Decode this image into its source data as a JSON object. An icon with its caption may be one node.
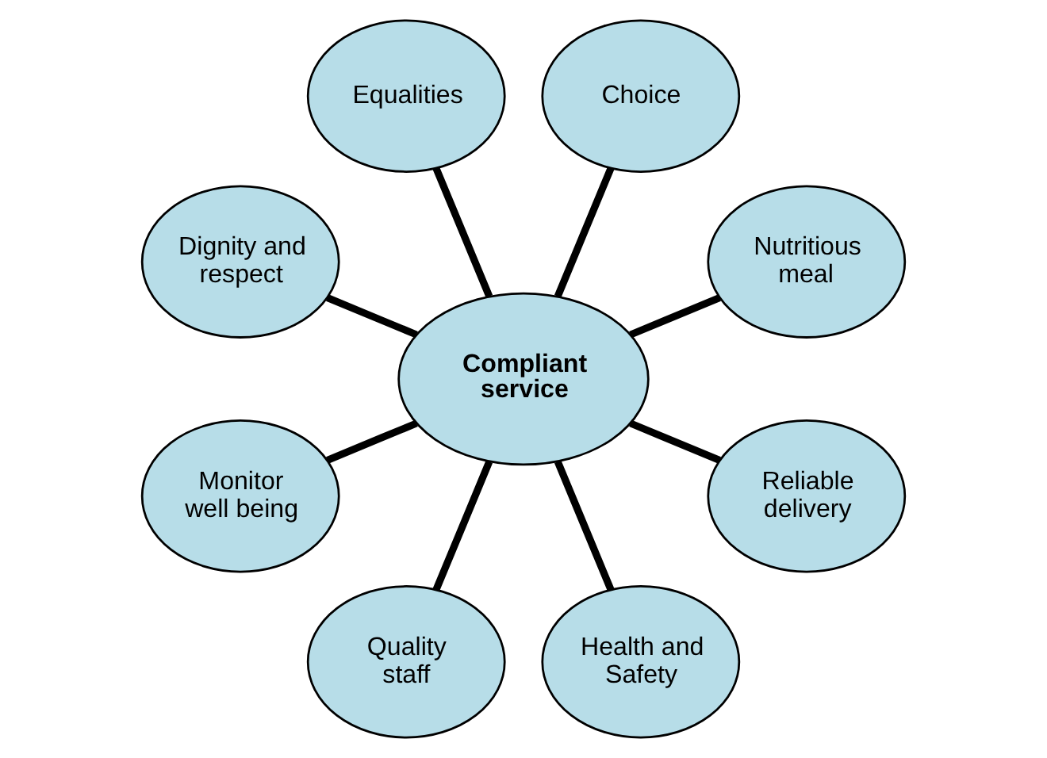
{
  "diagram": {
    "nodes": [
      {
        "text": [
          "Compliant service"
        ]
      },
      {
        "text": [
          "Nutritious meal"
        ]
      },
      {
        "text": [
          "Choice"
        ]
      },
      {
        "text": [
          "Equalities"
        ]
      },
      {
        "text": [
          "Dignity and respect"
        ]
      },
      {
        "text": [
          "Monitor well being"
        ]
      },
      {
        "text": [
          "Quality staff"
        ]
      },
      {
        "text": [
          "Health and Safety"
        ]
      },
      {
        "text": [
          "Reliable delivery"
        ]
      }
    ],
    "edges": [
      {
        "from": 0,
        "to": 1,
        "arrow": "none"
      },
      {
        "from": 0,
        "to": 2,
        "arrow": "none"
      },
      {
        "from": 0,
        "to": 3,
        "arrow": "none"
      },
      {
        "from": 0,
        "to": 4,
        "arrow": "none"
      },
      {
        "from": 0,
        "to": 5,
        "arrow": "none"
      },
      {
        "from": 0,
        "to": 6,
        "arrow": "none"
      },
      {
        "from": 0,
        "to": 7,
        "arrow": "none"
      },
      {
        "from": 0,
        "to": 8,
        "arrow": "none"
      }
    ]
  }
}
